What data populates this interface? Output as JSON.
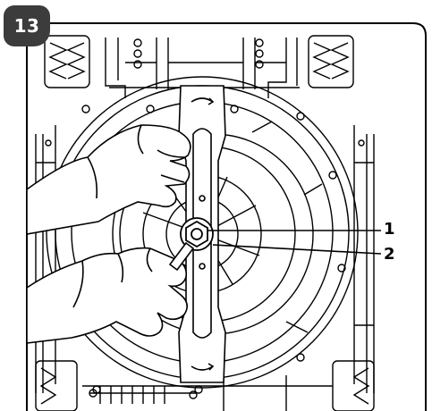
{
  "step": {
    "number": "13"
  },
  "callouts": [
    {
      "label": "1"
    },
    {
      "label": "2"
    }
  ],
  "colors": {
    "badge": "#3c3c3c",
    "line": "#000000",
    "background": "#ffffff"
  },
  "icons": {
    "badge": "step-number-badge",
    "illustration": "mower-blade-removal-illustration"
  }
}
